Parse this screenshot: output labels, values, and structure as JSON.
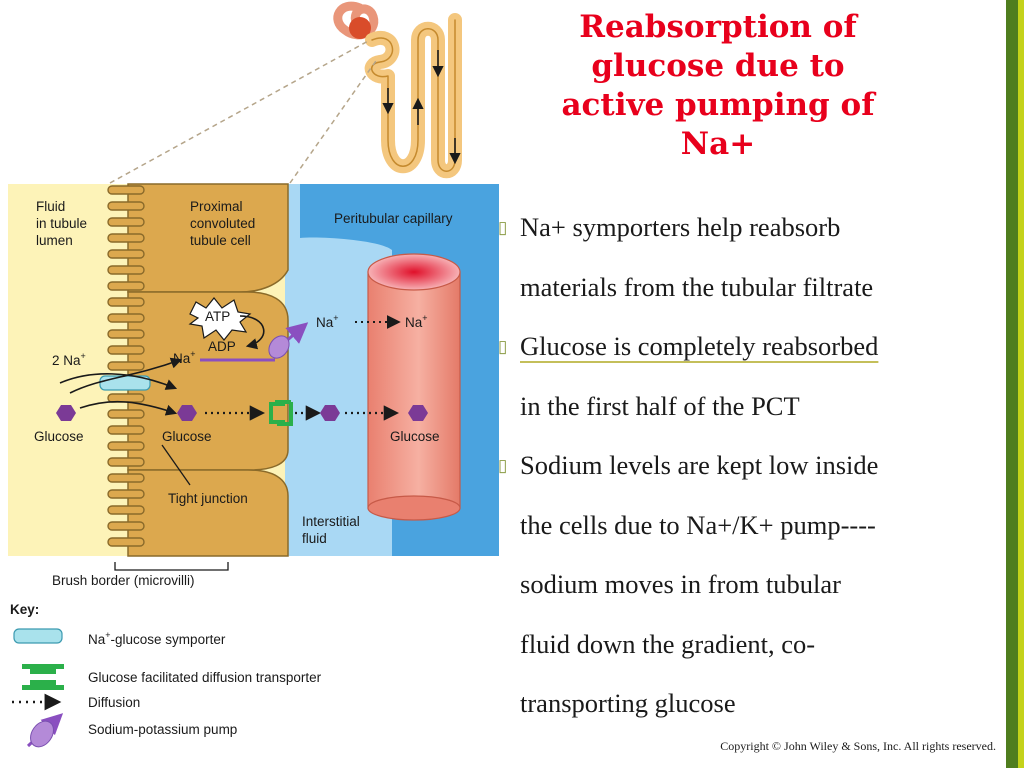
{
  "slide": {
    "title_lines": [
      "Reabsorption of",
      "glucose due to",
      "active pumping of",
      "Na+"
    ],
    "bullets": [
      {
        "id": "b1",
        "lines": [
          "Na+ symporters help reabsorb",
          "materials from the tubular filtrate"
        ]
      },
      {
        "id": "b2",
        "lines": [
          "Glucose is completely reabsorbed",
          "in the first half of the PCT"
        ],
        "underlined_line": 0
      },
      {
        "id": "b3",
        "lines": [
          "Sodium levels are kept low inside",
          "the cells due to Na+/K+ pump----",
          "sodium moves in from tubular",
          "fluid down the gradient, co-",
          "transporting glucose"
        ]
      }
    ],
    "bullet_marker": "▯",
    "copyright": "Copyright © John Wiley & Sons, Inc. All rights reserved.",
    "colors": {
      "title": "#e8001c",
      "accent_green": "#4f7d1e",
      "accent_lime": "#c4d21a",
      "lumen": "#fdf3b8",
      "cell": "#dca84e",
      "peritubular": "#4aa3df",
      "interstitial": "#a9d8f4",
      "capillary": "#f0978a",
      "glucose": "#7b3a96",
      "sodium_arrow": "#8a4fc0"
    }
  },
  "diagram": {
    "fluid_lumen": [
      "Fluid",
      "in tubule",
      "lumen"
    ],
    "pct_cell": [
      "Proximal",
      "convoluted",
      "tubule cell"
    ],
    "peritubular_capillary": "Peritubular capillary",
    "atp": "ATP",
    "adp": "ADP",
    "na_plus": "Na",
    "na_plus_sup": "+",
    "two_na": "2 Na",
    "glucose": "Glucose",
    "tight_junction": "Tight junction",
    "interstitial": [
      "Interstitial",
      "fluid"
    ],
    "brush_border": "Brush border (microvilli)"
  },
  "key": {
    "title": "Key:",
    "symporter_pre": "Na",
    "symporter_sup": "+",
    "symporter_post": "-glucose symporter",
    "facilitated": "Glucose facilitated diffusion transporter",
    "diffusion": "Diffusion",
    "pump": "Sodium-potassium pump"
  }
}
